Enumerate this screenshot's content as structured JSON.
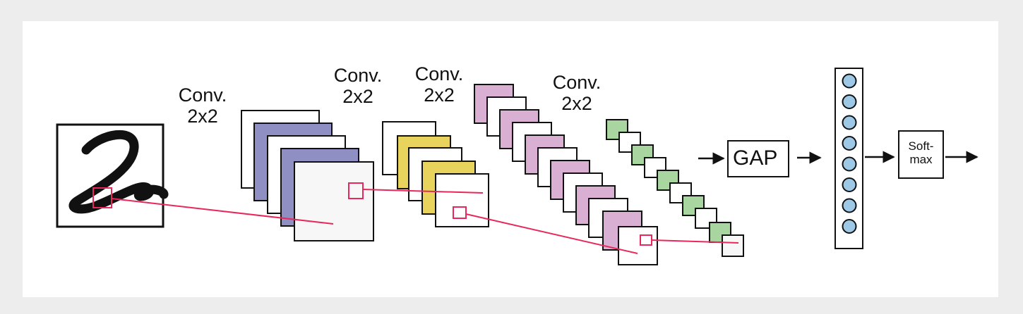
{
  "labels": {
    "conv1": [
      "Conv.",
      "2x2"
    ],
    "conv2": [
      "Conv.",
      "2x2"
    ],
    "conv3": [
      "Conv.",
      "2x2"
    ],
    "conv4": [
      "Conv.",
      "2x2"
    ],
    "gap": "GAP",
    "softmax": [
      "Soft-",
      "max"
    ]
  },
  "neurons": 8,
  "colors": {
    "stack1_fill": "#8f8fc4",
    "stack2_fill": "#e8d35c",
    "stack3_fill": "#d9b0d3",
    "stack4_fill": "#a8d5a0",
    "neuron_fill": "#9ec9e6",
    "connector": "#e8285a",
    "plain_fill": "#ffffff",
    "stroke": "#111111"
  }
}
